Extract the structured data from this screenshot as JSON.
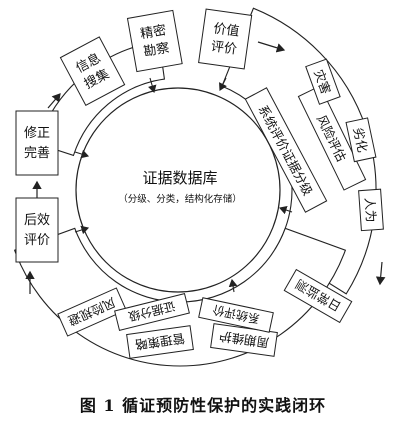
{
  "center": {
    "title": "证据数据库",
    "subtitle": "（分级、分类，结构化存储）"
  },
  "upper_band": [
    {
      "name": "box-info-collection",
      "lines": [
        "信息",
        "搜集"
      ]
    },
    {
      "name": "box-precise-survey",
      "lines": [
        "精密",
        "勘察"
      ]
    },
    {
      "name": "box-value-evaluation",
      "lines": [
        "价值",
        "评价"
      ]
    }
  ],
  "right_band": {
    "header": "系统评价证据分级",
    "risk_label": "风险评估",
    "items": [
      "灾害",
      "劣化",
      "人为"
    ]
  },
  "bottom_outer": [
    "日常监测",
    "周期维护",
    "管理策略",
    "风险规避"
  ],
  "bottom_inner": [
    "系统评价",
    "证据分级"
  ],
  "left_boxes": [
    {
      "name": "box-revise-improve",
      "lines": [
        "修正",
        "完善"
      ]
    },
    {
      "name": "box-post-evaluation",
      "lines": [
        "后效",
        "评价"
      ]
    }
  ],
  "caption": "图 1 循证预防性保护的实践闭环",
  "colors": {
    "stroke": "#222222",
    "fill": "#ffffff",
    "text": "#111111"
  }
}
